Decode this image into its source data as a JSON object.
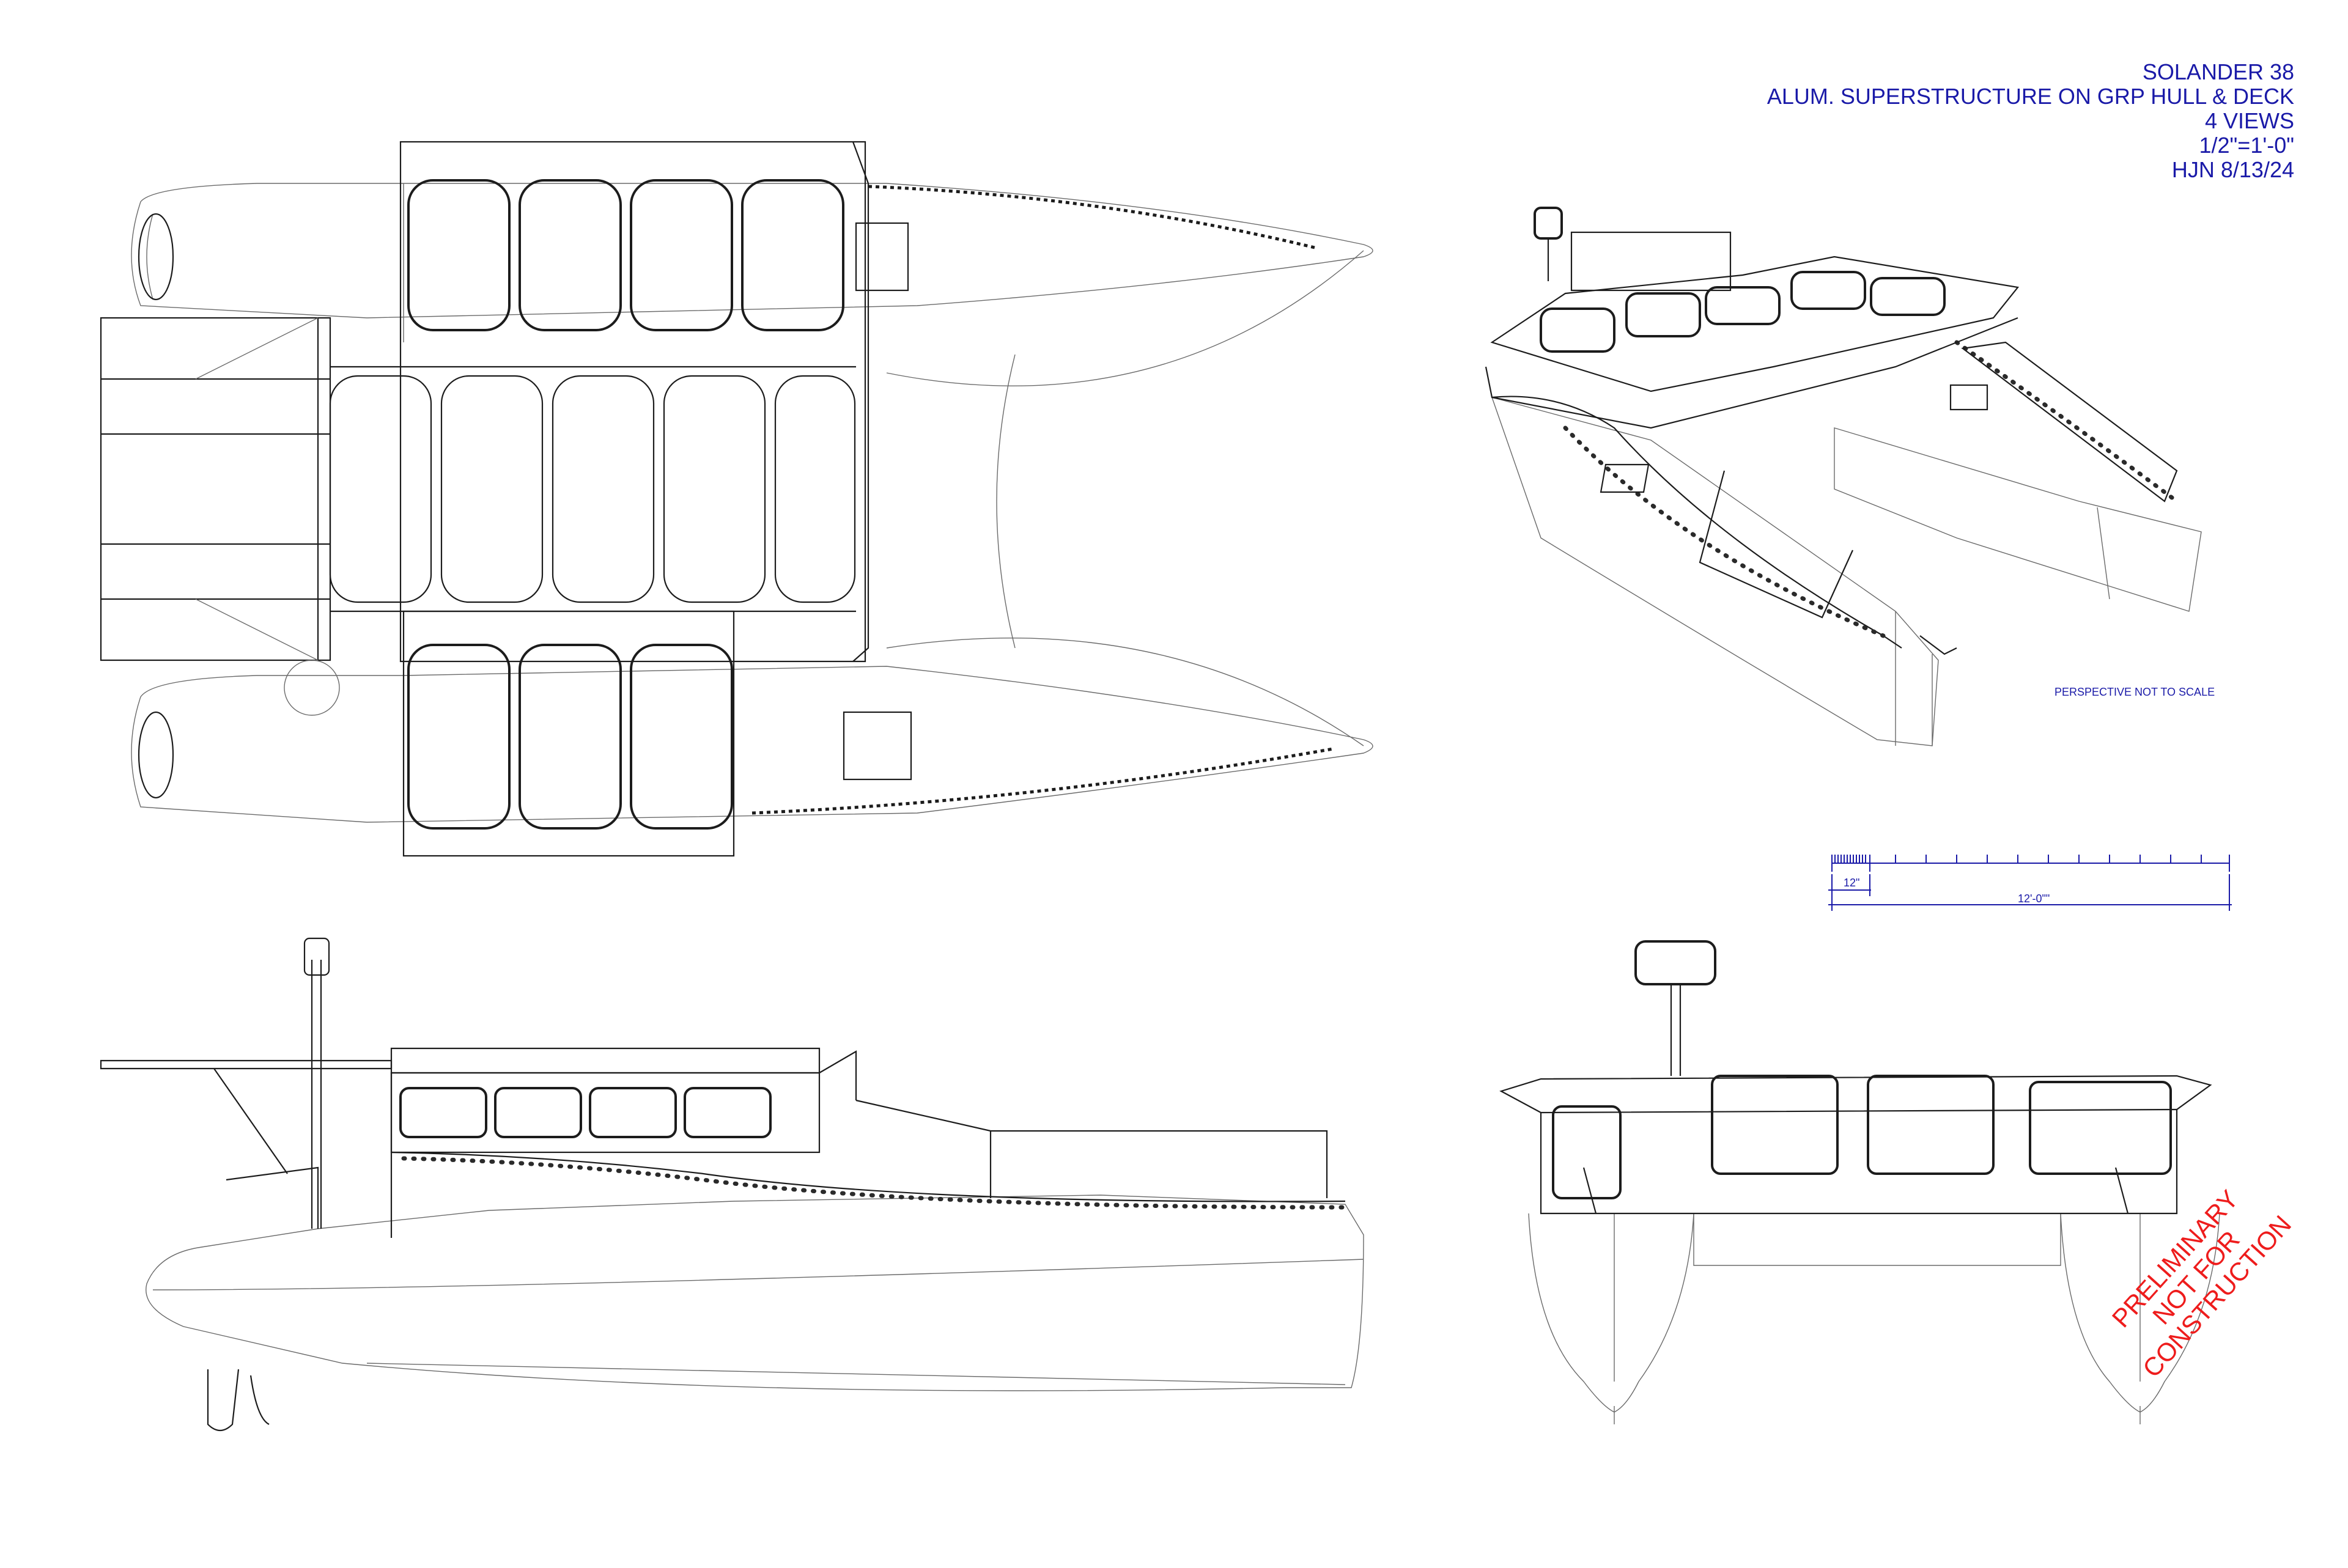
{
  "title_block": {
    "line1": "SOLANDER 38",
    "line2": "ALUM. SUPERSTRUCTURE ON GRP HULL & DECK",
    "line3": "4 VIEWS",
    "line4": "1/2\"=1'-0\"",
    "line5": "HJN 8/13/24"
  },
  "perspective_note": "PERSPECTIVE NOT TO SCALE",
  "scale_bar": {
    "short_label": "12\"",
    "long_label": "12'-0\"\""
  },
  "stamp": {
    "line1": "PRELIMINARY",
    "line2": "NOT FOR",
    "line3": "CONSTRUCTION"
  },
  "colors": {
    "annotation": "#1a1aa8",
    "stamp": "#ee1c1c",
    "linework": "#1c1c1c"
  },
  "views": [
    "plan-view",
    "perspective-view",
    "side-elevation",
    "stern-elevation"
  ]
}
